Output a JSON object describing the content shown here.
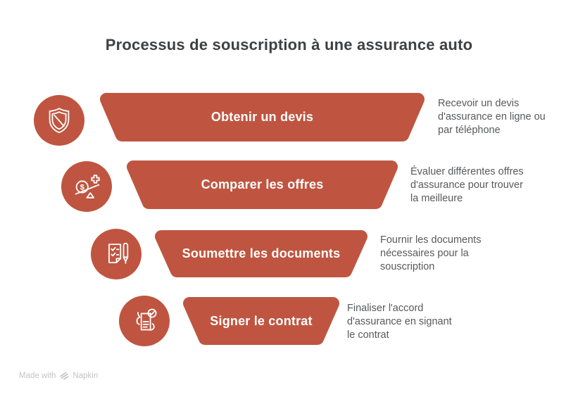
{
  "title": "Processus de souscription à une assurance auto",
  "colors": {
    "accent": "#BF5540",
    "title_text": "#3F4043",
    "description_text": "#58595B",
    "step_label_text": "#FFFFFF",
    "footer_text": "#C4C4C4"
  },
  "funnel": {
    "type": "funnel-diagram",
    "steps": [
      {
        "label": "Obtenir un devis",
        "description": "Recevoir un devis d'assurance en ligne ou par téléphone",
        "icon": "shield-icon"
      },
      {
        "label": "Comparer les offres",
        "description": "Évaluer différentes offres d'assurance pour trouver la meilleure",
        "icon": "balance-scale-icon"
      },
      {
        "label": "Soumettre les documents",
        "description": "Fournir les documents nécessaires pour la souscription",
        "icon": "checklist-pen-icon"
      },
      {
        "label": "Signer le contrat",
        "description": "Finaliser l'accord d'assurance en signant le contrat",
        "icon": "contract-sign-icon"
      }
    ]
  },
  "footer": {
    "made_with": "Made with",
    "brand": "Napkin"
  }
}
